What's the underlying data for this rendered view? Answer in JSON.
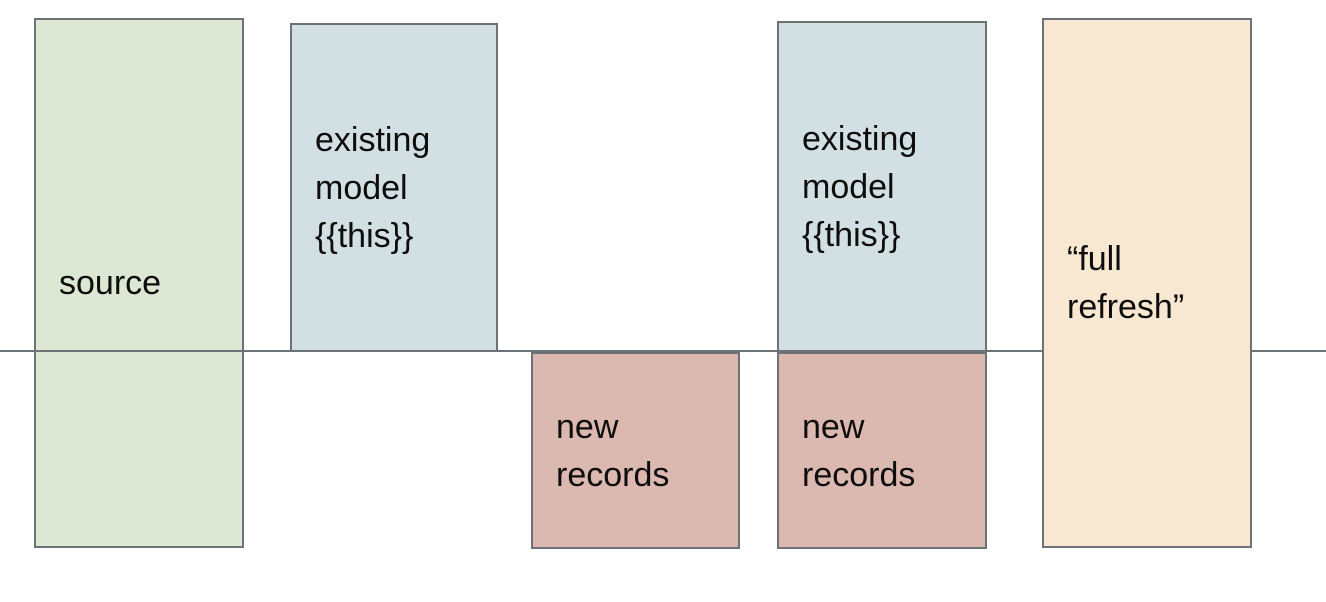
{
  "diagram": {
    "background_color": "#ffffff",
    "border_color": "#6d7276",
    "divider_line_color": "#6d7276",
    "text_color": "#0d0d0d",
    "boxes": [
      {
        "id": "source",
        "label": "source",
        "fill": "#dde8d4"
      },
      {
        "id": "existing-model-1",
        "label": "existing model {{this}}",
        "fill": "#d2dfe3"
      },
      {
        "id": "new-records-1",
        "label": "new records",
        "fill": "#dcb9b0"
      },
      {
        "id": "existing-model-2",
        "label": "existing model {{this}}",
        "fill": "#d2dfe3"
      },
      {
        "id": "new-records-2",
        "label": "new records",
        "fill": "#dcb9b0"
      },
      {
        "id": "full-refresh",
        "label": "“full refresh”",
        "fill": "#f8e7d1"
      }
    ]
  }
}
